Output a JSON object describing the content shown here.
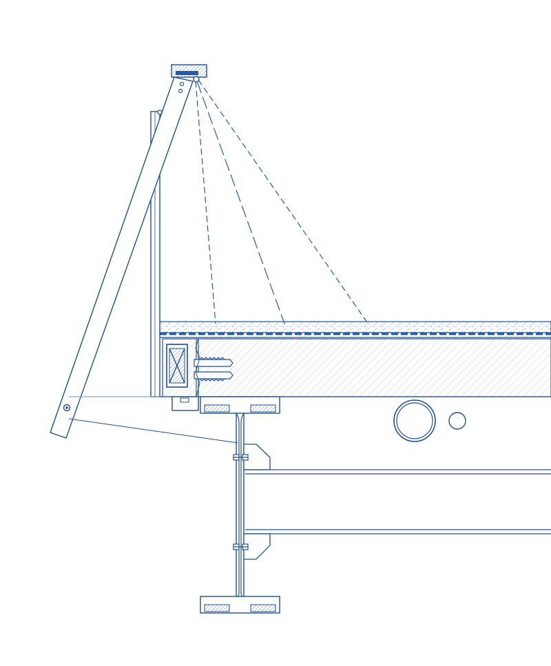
{
  "drawing": {
    "kind": "architectural section detail",
    "colors": {
      "line": "#1f4f93",
      "light_line": "#6f8fc0",
      "accent": "#245ba8",
      "hatch": "#9fb0c9",
      "background": "#ffffff"
    },
    "components": [
      "guardrail-post",
      "diagonal-strut",
      "handrail-cap",
      "roof-membrane",
      "concrete-slab",
      "edge-anchor",
      "steel-i-beam",
      "pipe-circles",
      "connection-plates"
    ]
  }
}
